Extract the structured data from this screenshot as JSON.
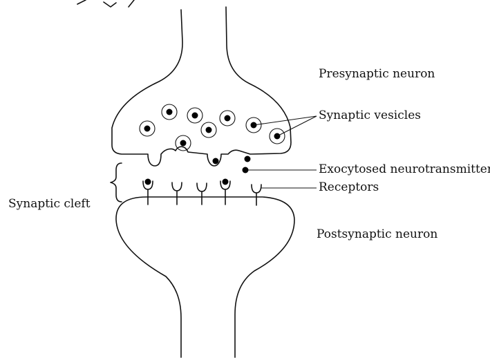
{
  "labels": {
    "presynaptic": "Presynaptic neuron",
    "vesicles": "Synaptic vesicles",
    "exocytosed": "Exocytosed neurotransmitters",
    "receptors": "Receptors",
    "cleft": "Synaptic cleft",
    "postsynaptic": "Postsynaptic neuron"
  },
  "colors": {
    "line": "#111111",
    "dot": "#000000",
    "background": "#ffffff"
  }
}
